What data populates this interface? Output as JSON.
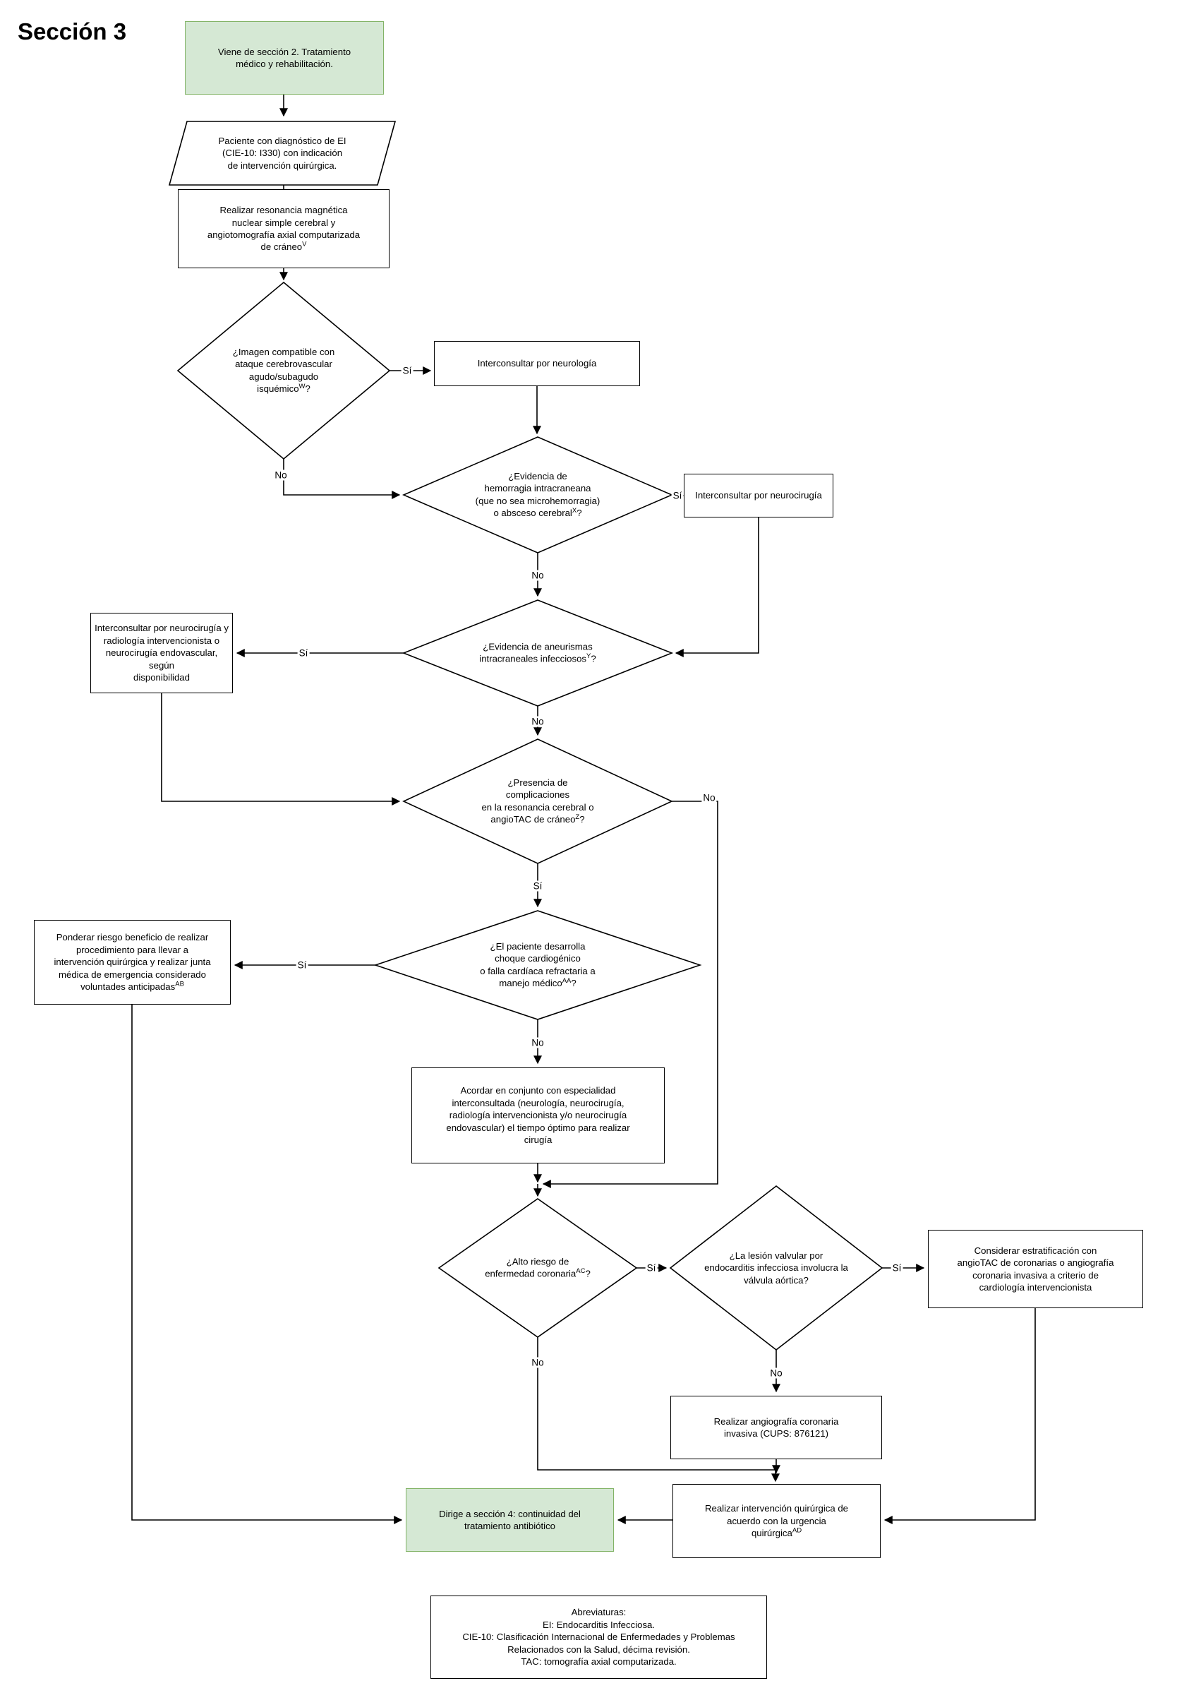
{
  "title": "Sección 3",
  "labels": {
    "si": "Sí",
    "no": "No"
  },
  "colors": {
    "section_fill": "#d5e8d4",
    "section_border": "#82b366",
    "node_border": "#000000",
    "line": "#000000"
  },
  "nodes": {
    "from_section2": {
      "text": "Viene de sección 2. Tratamiento\nmédico y rehabilitación."
    },
    "patient": {
      "text": "Paciente con diagnóstico de EI\n(CIE-10: I330) con indicación\nde intervención quirúrgica."
    },
    "mri": {
      "text": "Realizar resonancia magnética\nnuclear simple cerebral y\nangiotomografía axial computarizada\nde cráneo",
      "sup": "V"
    },
    "d_stroke": {
      "text": "¿Imagen compatible con\nataque cerebrovascular\nagudo/subagudo\nisquémico",
      "sup": "W",
      "suffix": "?"
    },
    "neurology": {
      "text": "Interconsultar por neurología"
    },
    "d_hemorrhage": {
      "text": "¿Evidencia de\nhemorragia intracraneana\n(que no sea microhemorragia)\no absceso cerebral",
      "sup": "X",
      "suffix": "?"
    },
    "neurosurgery": {
      "text": "Interconsultar por neurocirugía"
    },
    "d_aneurysm": {
      "text": "¿Evidencia de aneurismas\nintracraneales infecciosos",
      "sup": "Y",
      "suffix": "?"
    },
    "neurosurgery_radiology": {
      "text": "Interconsultar por neurocirugía y\nradiología intervencionista o\nneurocirugía endovascular, según\ndisponibilidad"
    },
    "d_complications": {
      "text": "¿Presencia de\ncomplicaciones\nen la resonancia cerebral o\nangioTAC de cráneo",
      "sup": "Z",
      "suffix": "?"
    },
    "d_shock": {
      "text": "¿El paciente desarrolla\nchoque cardiogénico\no falla cardíaca refractaria a\nmanejo médico",
      "sup": "AA",
      "suffix": "?"
    },
    "risk_benefit": {
      "text": "Ponderar riesgo beneficio de realizar\nprocedimiento para llevar a\nintervención quirúrgica y realizar junta\nmédica de emergencia considerado\nvoluntades anticipadas",
      "sup": "AB"
    },
    "agree_timing": {
      "text": "Acordar en conjunto con especialidad\ninterconsultada (neurología, neurocirugía,\nradiología intervencionista y/o neurocirugía\nendovascular) el tiempo óptimo para realizar\ncirugía"
    },
    "d_coronary": {
      "text": "¿Alto riesgo de\nenfermedad coronaria",
      "sup": "AC",
      "suffix": "?"
    },
    "d_aortic": {
      "text": "¿La lesión valvular por\nendocarditis infecciosa involucra la\nválvula aórtica?"
    },
    "stratification": {
      "text": "Considerar estratificación con\nangioTAC de coronarias o angiografía\ncoronaria invasiva a criterio de\ncardiología intervencionista"
    },
    "angiography": {
      "text": "Realizar angiografía coronaria\ninvasiva (CUPS: 876121)"
    },
    "surgery": {
      "text": "Realizar intervención quirúrgica de\nacuerdo con la urgencia\nquirúrgica",
      "sup": "AD"
    },
    "to_section4": {
      "text": "Dirige a sección 4: continuidad del\ntratamiento antibiótico"
    }
  },
  "abbreviations": {
    "lines": [
      "Abreviaturas:",
      "EI: Endocarditis Infecciosa.",
      "CIE-10: Clasificación Internacional de Enfermedades y Problemas",
      "Relacionados con la Salud, décima revisión.",
      "TAC: tomografía axial computarizada."
    ]
  }
}
